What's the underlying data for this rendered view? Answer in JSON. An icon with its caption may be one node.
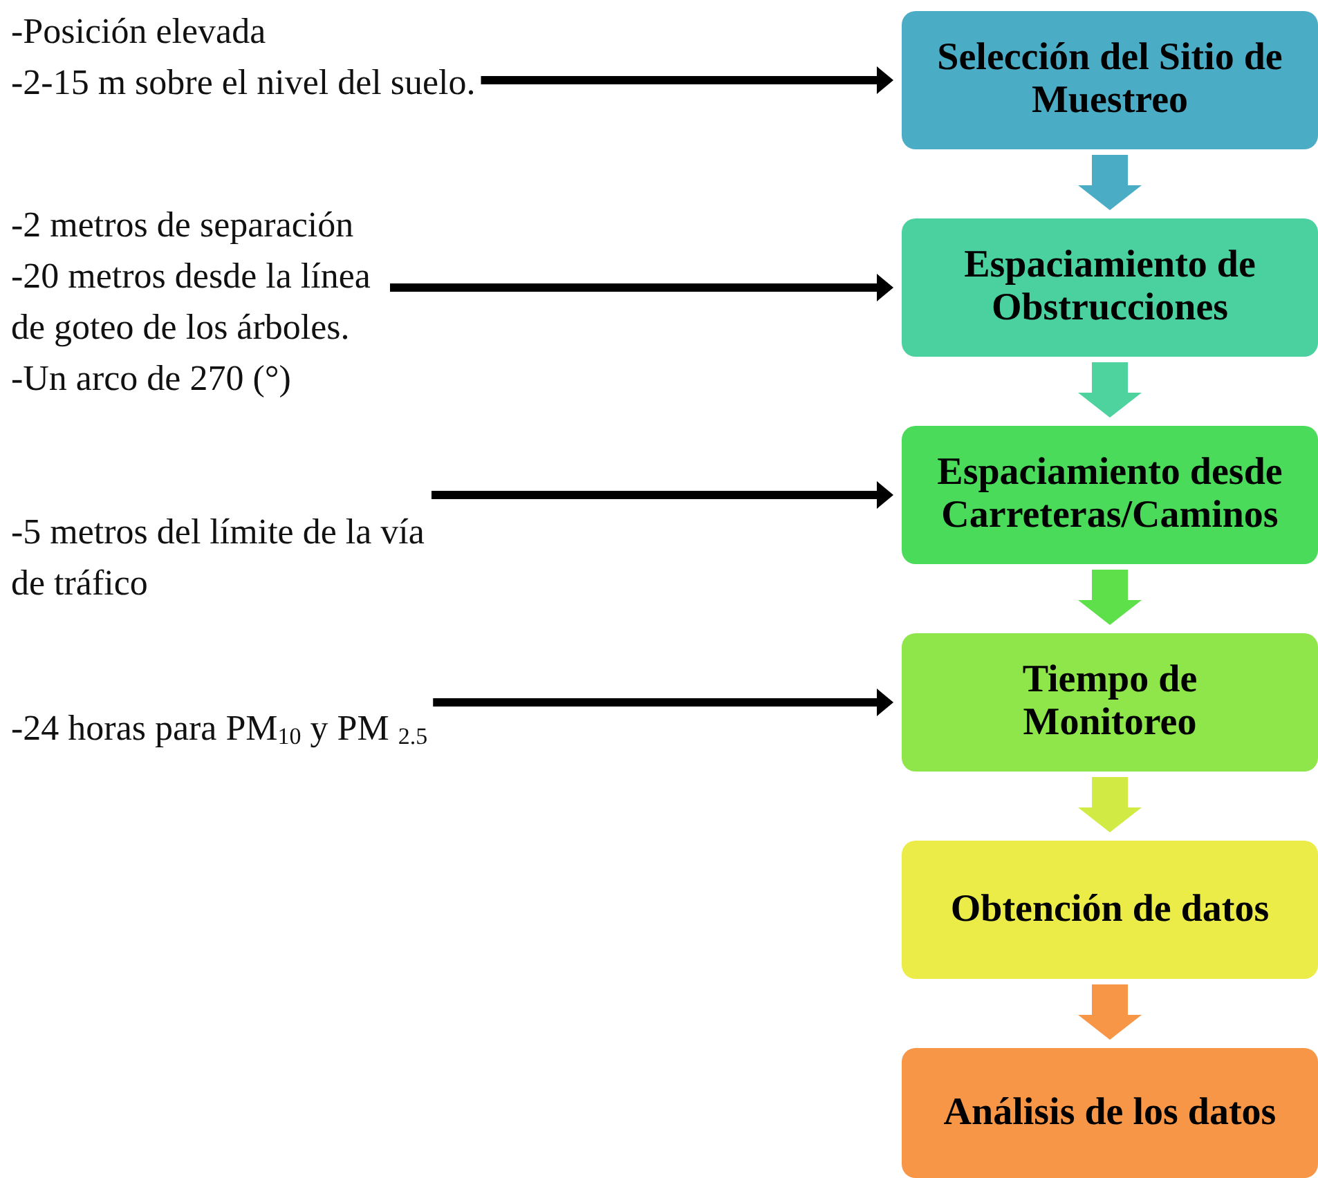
{
  "diagram": {
    "nodes": [
      {
        "text": [
          "Selección del Sitio de Muestreo"
        ]
      },
      {
        "text": [
          "Espaciamiento de Obstrucciones"
        ]
      },
      {
        "text": [
          "Espaciamiento desde Carreteras/Caminos"
        ]
      },
      {
        "text": [
          "Tiempo de Monitoreo"
        ]
      },
      {
        "text": [
          "Obtención de datos"
        ]
      },
      {
        "text": [
          "Análisis de los datos"
        ]
      },
      {
        "text": [
          "-Posición elevada",
          "-2-15 m sobre el nivel del suelo."
        ]
      },
      {
        "text": [
          "-2 metros de separación",
          "-20 metros desde la línea de goteo de los árboles.",
          "-Un arco de 270 (°)"
        ]
      },
      {
        "text": [
          "-5 metros del límite de la vía de tráfico"
        ]
      },
      {
        "text": [
          "-24 horas para PM$_{10}$ y PM $_{2.5}$"
        ]
      }
    ],
    "edges": [
      {
        "from": 0,
        "to": 1,
        "arrow": "to",
        "color": "#4bacc6"
      },
      {
        "from": 1,
        "to": 2,
        "arrow": "to",
        "color": "#4fd39e"
      },
      {
        "from": 2,
        "to": 3,
        "arrow": "to",
        "color": "#5ee04a"
      },
      {
        "from": 3,
        "to": 4,
        "arrow": "to",
        "color": "#d2ea44"
      },
      {
        "from": 4,
        "to": 5,
        "arrow": "to",
        "color": "#f79646"
      },
      {
        "from": 6,
        "to": 0,
        "arrow": "to",
        "color": "#000000"
      },
      {
        "from": 7,
        "to": 1,
        "arrow": "to",
        "color": "#000000"
      },
      {
        "from": 8,
        "to": 2,
        "arrow": "to",
        "color": "#000000"
      },
      {
        "from": 9,
        "to": 3,
        "arrow": "to",
        "color": "#000000"
      }
    ]
  }
}
